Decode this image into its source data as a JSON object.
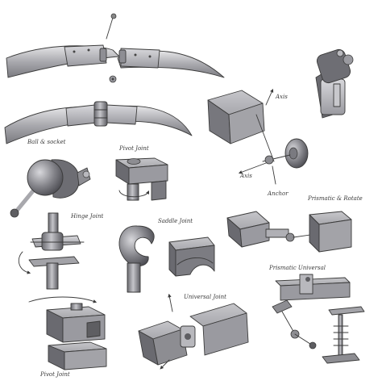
{
  "labels": {
    "ball_and_socket": "Ball & socket",
    "pivot_joint_top": "Pivot Joint",
    "hinge_joint": "Hinge Joint",
    "saddle_joint": "Saddle Joint",
    "universal_joint": "Universal Joint",
    "pivot_joint_bottom": "Pivot Joint",
    "axis_top": "Axis",
    "axis_side": "Axis",
    "anchor": "Anchor",
    "prismatic_rotate": "Prismatic & Rotate",
    "prismatic_universal": "Prismatic Universal"
  },
  "colors": {
    "shade_dark": "#5e5e62",
    "shade_mid": "#8d8d92",
    "shade_light": "#c9c9cd",
    "outline": "#3b3b3b"
  }
}
